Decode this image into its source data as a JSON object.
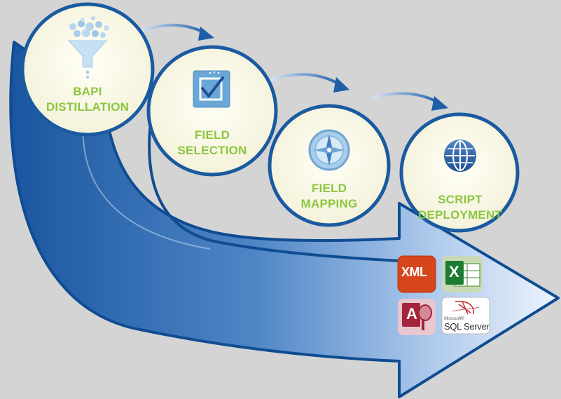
{
  "steps": [
    {
      "line1": "BAPI",
      "line2": "DISTILLATION",
      "icon": "funnel-icon"
    },
    {
      "line1": "FIELD",
      "line2": "SELECTION",
      "icon": "checkbox-icon"
    },
    {
      "line1": "FIELD",
      "line2": "MAPPING",
      "icon": "compass-icon"
    },
    {
      "line1": "SCRIPT",
      "line2": "DEPLOYMENT",
      "icon": "globe-icon"
    }
  ],
  "outputs": {
    "xml": "XML",
    "excel": "X",
    "access": "A",
    "sql_small": "Microsoft®",
    "sql_name": "SQL Server"
  },
  "colors": {
    "background": "#d4d4d4",
    "label_green": "#8cc63f",
    "arrow_blue": "#1f5fa8",
    "circle_border": "#1a5aa0",
    "circle_fill": "#fbfae8"
  }
}
